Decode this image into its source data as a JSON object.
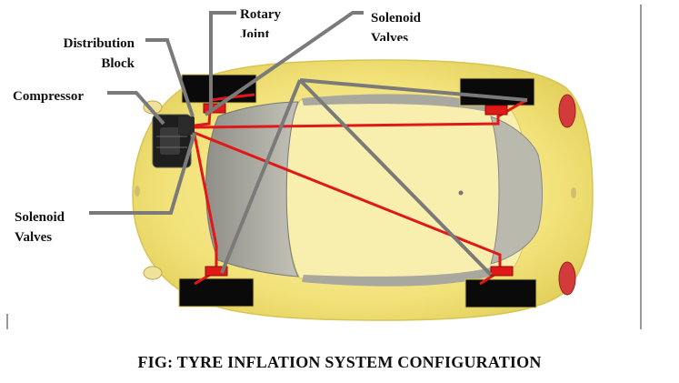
{
  "labels": {
    "rotary_joint": [
      "Rotary",
      "Joint"
    ],
    "solenoid_valves_top": [
      "Solenoid",
      "Valves"
    ],
    "distribution_block": [
      "Distribution",
      "Block"
    ],
    "compressor": "Compressor",
    "solenoid_valves_left": [
      "Solenoid",
      "Valves"
    ]
  },
  "caption": "FIG: TYRE INFLATION SYSTEM CONFIGURATION",
  "colors": {
    "car_body": "#f2e27a",
    "car_roof": "#f7ec9e",
    "windshield": "#a9a9a0",
    "tyre": "#0a0a0a",
    "air_line": "#e01818",
    "leader_line": "#7a7a7a",
    "tail_light": "#d33a3a"
  }
}
